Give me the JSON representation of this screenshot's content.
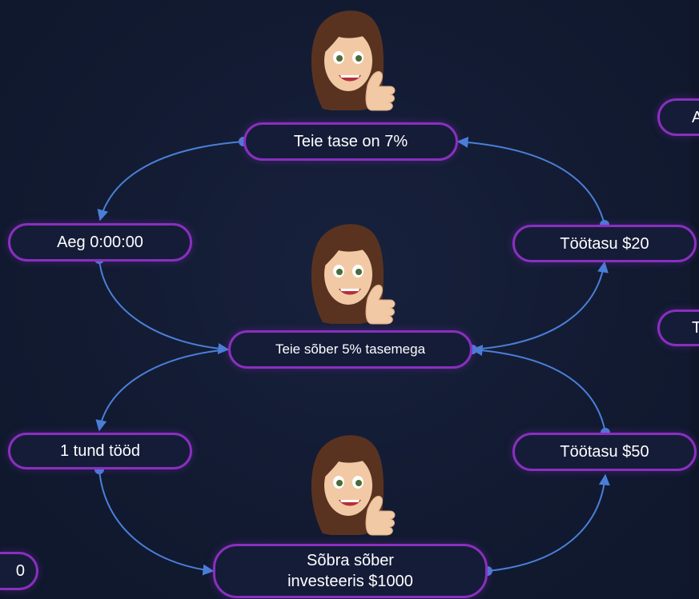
{
  "nodes": {
    "level": "Teie tase on 7%",
    "time": "Aeg 0:00:00",
    "wage_20": "Töötasu $20",
    "friend": "Teie sõber 5% tasemega",
    "work_hour": "1 tund tööd",
    "wage_50": "Töötasu $50",
    "friends_friend_line1": "Sõbra sõber",
    "friends_friend_line2": "investeeris $1000",
    "partial_right_top": "A",
    "partial_right_mid": "T",
    "partial_left_bottom": "0"
  },
  "colors": {
    "background": "#141c33",
    "pill_border": "#8a2fbf",
    "pill_fill": "#151c38",
    "connector": "#4a7fd8",
    "text": "#ffffff"
  },
  "icons": [
    "woman-thumbs-up-avatar"
  ]
}
